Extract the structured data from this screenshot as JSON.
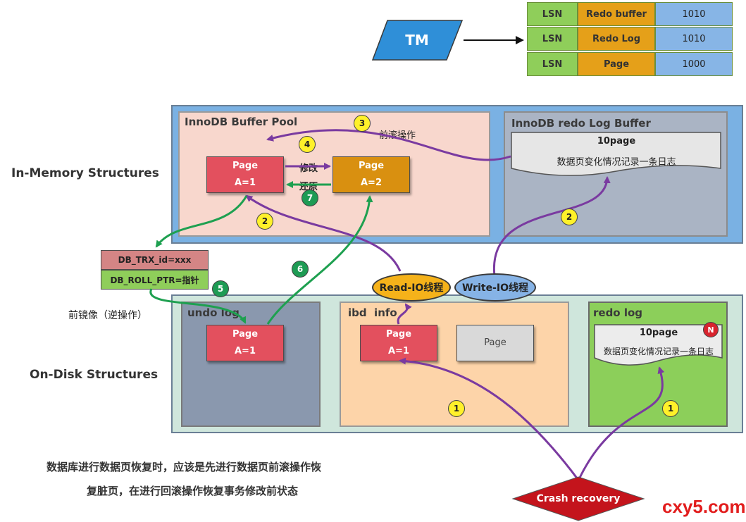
{
  "tm": {
    "label": "TM",
    "rows": [
      {
        "lsn": "LSN",
        "name": "Redo buffer",
        "value": "1010"
      },
      {
        "lsn": "LSN",
        "name": "Redo Log",
        "value": "1010"
      },
      {
        "lsn": "LSN",
        "name": "Page",
        "value": "1000"
      }
    ]
  },
  "memory": {
    "side_label": "In-Memory Structures",
    "buffer_pool": {
      "title": "InnoDB Buffer Pool",
      "page_left": {
        "title": "Page",
        "value": "A=1"
      },
      "page_right": {
        "title": "Page",
        "value": "A=2"
      },
      "modify_label": "修改",
      "restore_label": "还原",
      "forward_label": "前滚操作"
    },
    "redo_buffer": {
      "title": "InnoDB redo Log Buffer",
      "doc_title": "10page",
      "doc_text": "数据页变化情况记录一条日志"
    }
  },
  "trx": {
    "id_label": "DB_TRX_id=xxx",
    "roll_label": "DB_ROLL_PTR=指针",
    "mirror_label": "前镜像（逆操作）"
  },
  "threads": {
    "read": "Read-IO线程",
    "write": "Write-IO线程"
  },
  "disk": {
    "side_label": "On-Disk Structures",
    "undo_log": {
      "title": "undo log",
      "page_title": "Page",
      "page_value": "A=1"
    },
    "ibd": {
      "title": "ibd  info",
      "page_title": "Page",
      "page_value": "A=1",
      "page2_title": "Page"
    },
    "redo_log": {
      "title": "redo log",
      "doc_title": "10page",
      "doc_text": "数据页变化情况记录一条日志",
      "badge": "N"
    }
  },
  "badges": {
    "b1": "1",
    "b2": "2",
    "b3": "3",
    "b4": "4",
    "b5": "5",
    "b6": "6",
    "b7": "7"
  },
  "crash": "Crash recovery",
  "note": {
    "line1": "数据库进行数据页恢复时，应该是先进行数据页前滚操作恢",
    "line2": "复脏页，在进行回滚操作恢复事务修改前状态"
  },
  "watermark": "cxy5.com",
  "colors": {
    "purple_arrow": "#7a3aa0",
    "green_arrow": "#1ea050",
    "memory_bg": "#7ab1e3",
    "disk_bg": "#cfe6dc"
  }
}
